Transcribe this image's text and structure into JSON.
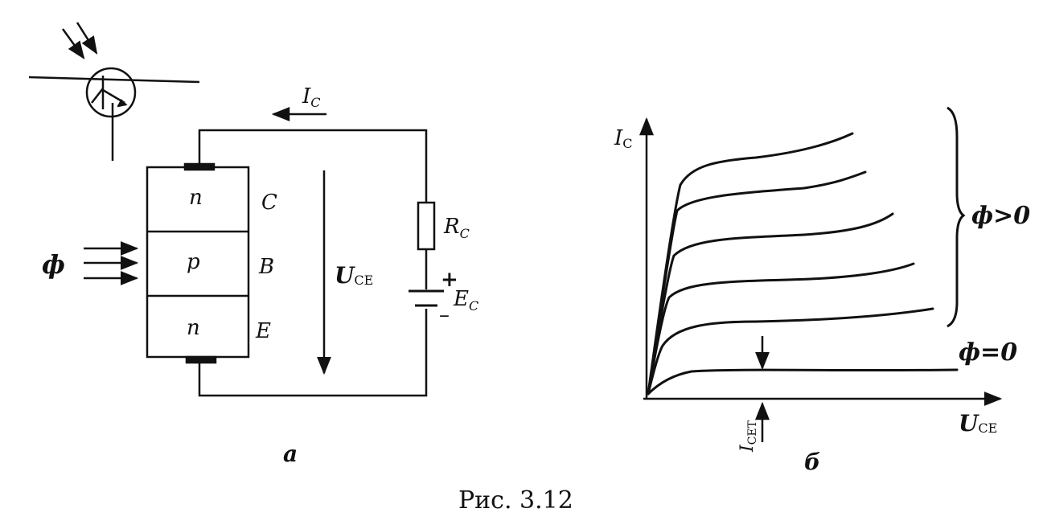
{
  "colors": {
    "ink": "#111111",
    "background": "#ffffff"
  },
  "diagram_a": {
    "layers": [
      "n",
      "p",
      "n"
    ],
    "terminals": [
      "C",
      "B",
      "E"
    ],
    "flux_symbol": "ф",
    "current_label": "I",
    "current_sub": "C",
    "voltage_label": "U",
    "voltage_sub": "CE",
    "resistor_label": "R",
    "resistor_sub": "C",
    "source_label": "E",
    "source_sub": "C",
    "source_plus": "+",
    "source_minus": "–",
    "caption": "а"
  },
  "diagram_b": {
    "y_axis_label": "I",
    "y_axis_sub": "C",
    "x_axis_label": "U",
    "x_axis_sub": "CE",
    "dark_current_label": "I",
    "dark_current_sub": "CET",
    "label_phi_pos": "ф>0",
    "label_phi_zero": "ф=0",
    "caption": "б"
  },
  "figure_caption": "Рис. 3.12"
}
